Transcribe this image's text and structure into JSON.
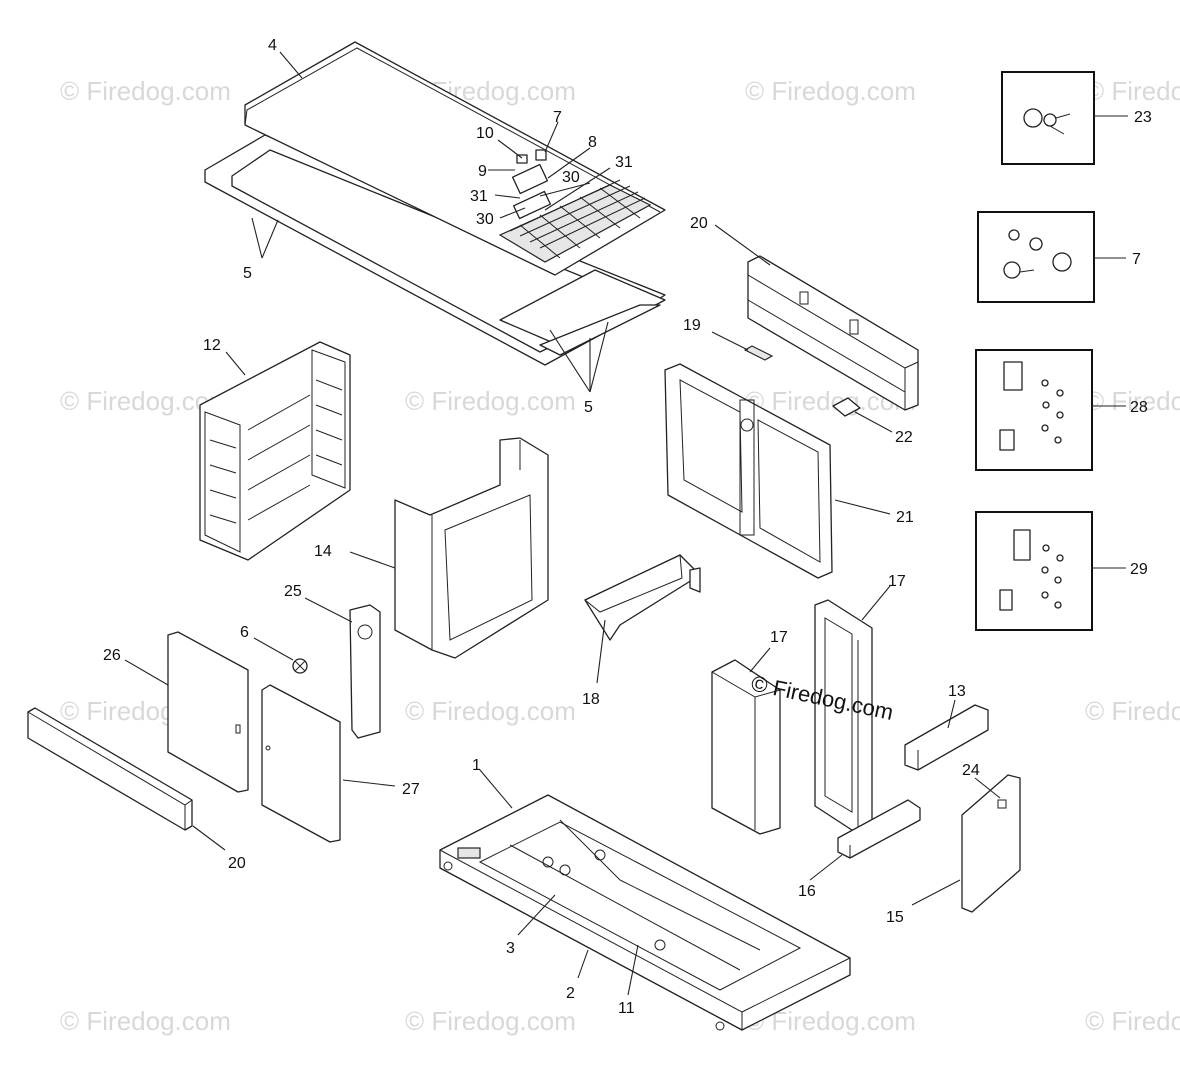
{
  "watermark": "© Firedog.com",
  "center_watermark": "© Firedog.com",
  "callouts": {
    "c1": "1",
    "c2": "2",
    "c3": "3",
    "c4": "4",
    "c5a": "5",
    "c5b": "5",
    "c6": "6",
    "c7": "7",
    "c7b": "7",
    "c8": "8",
    "c9": "9",
    "c10": "10",
    "c11": "11",
    "c12": "12",
    "c13": "13",
    "c14": "14",
    "c15": "15",
    "c16": "16",
    "c17a": "17",
    "c17b": "17",
    "c18": "18",
    "c19": "19",
    "c20a": "20",
    "c20b": "20",
    "c21": "21",
    "c22": "22",
    "c23": "23",
    "c24": "24",
    "c25": "25",
    "c26": "26",
    "c27": "27",
    "c28": "28",
    "c29": "29",
    "c30a": "30",
    "c30b": "30",
    "c31a": "31",
    "c31b": "31"
  }
}
